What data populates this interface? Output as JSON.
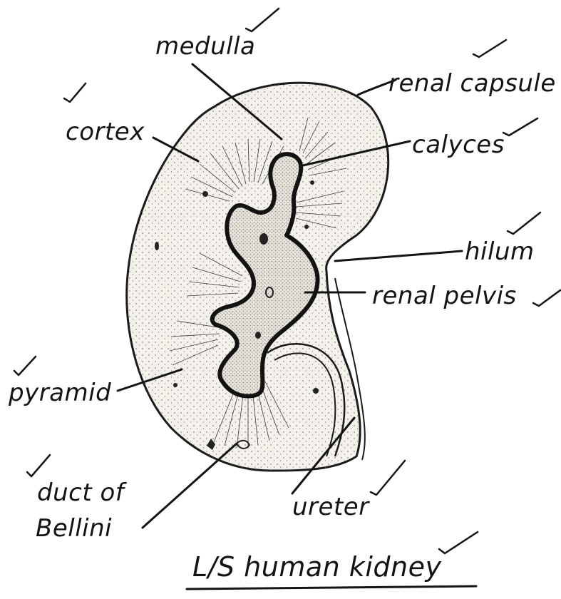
{
  "diagram": {
    "title": "L/S human kidney",
    "labels": {
      "medulla": "medulla",
      "renal_capsule": "renal capsule",
      "cortex": "cortex",
      "calyces": "calyces",
      "hilum": "hilum",
      "renal_pelvis": "renal pelvis",
      "pyramid": "pyramid",
      "duct_of_bellini_line1": "duct of",
      "duct_of_bellini_line2": "Bellini",
      "ureter": "ureter"
    }
  },
  "colors": {
    "ink": "#141414",
    "paper": "#ffffff",
    "cortex_fill": "#f4f1ea",
    "pelvis_fill": "#e7e3da"
  }
}
